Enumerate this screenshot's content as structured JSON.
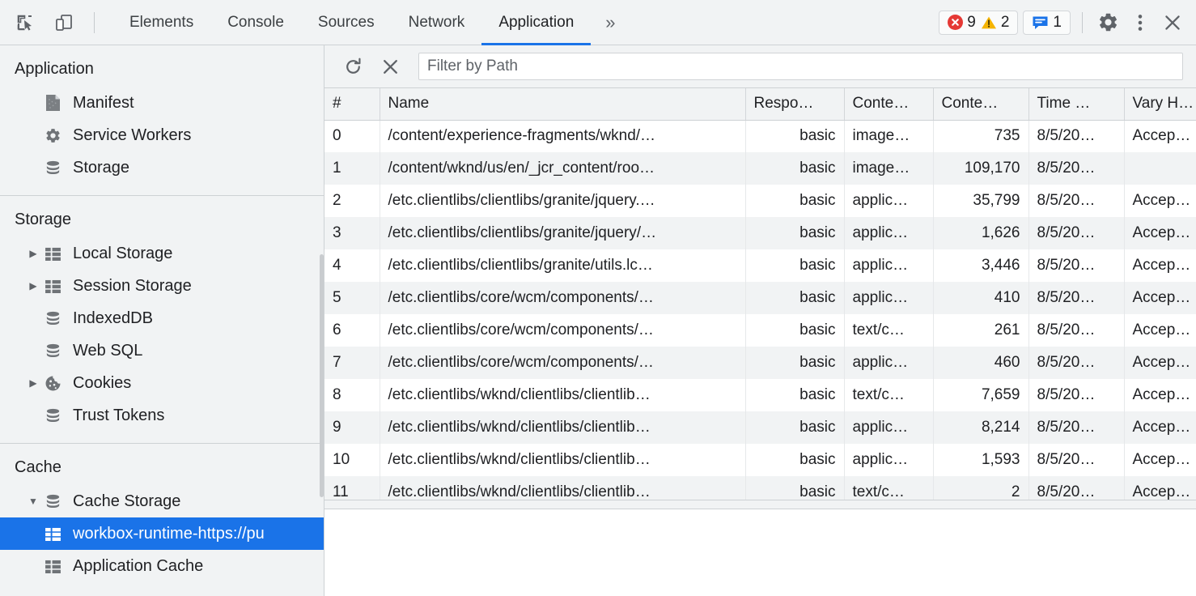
{
  "toolbar": {
    "inspect_icon": "inspect-element-icon",
    "device_icon": "device-toolbar-icon",
    "tabs": [
      {
        "label": "Elements",
        "active": false
      },
      {
        "label": "Console",
        "active": false
      },
      {
        "label": "Sources",
        "active": false
      },
      {
        "label": "Network",
        "active": false
      },
      {
        "label": "Application",
        "active": true
      }
    ],
    "more_tabs_label": "»",
    "errors_count": "9",
    "warnings_count": "2",
    "messages_count": "1",
    "settings_icon": "gear-icon",
    "menu_icon": "three-dots-vertical-icon",
    "close_icon": "close-icon",
    "accent_color": "#1a73e8",
    "error_color": "#e53935",
    "warning_color": "#f5b400",
    "message_color": "#1a73e8"
  },
  "sidebar": {
    "sections": [
      {
        "title": "Application",
        "items": [
          {
            "label": "Manifest",
            "icon": "manifest-document-icon",
            "twisty": "none",
            "indent": 1,
            "selected": false
          },
          {
            "label": "Service Workers",
            "icon": "gear-icon",
            "twisty": "none",
            "indent": 1,
            "selected": false
          },
          {
            "label": "Storage",
            "icon": "database-icon",
            "twisty": "none",
            "indent": 1,
            "selected": false
          }
        ]
      },
      {
        "title": "Storage",
        "items": [
          {
            "label": "Local Storage",
            "icon": "table-grid-icon",
            "twisty": "collapsed",
            "indent": 1,
            "selected": false
          },
          {
            "label": "Session Storage",
            "icon": "table-grid-icon",
            "twisty": "collapsed",
            "indent": 1,
            "selected": false
          },
          {
            "label": "IndexedDB",
            "icon": "database-icon",
            "twisty": "none",
            "indent": 1,
            "selected": false
          },
          {
            "label": "Web SQL",
            "icon": "database-icon",
            "twisty": "none",
            "indent": 1,
            "selected": false
          },
          {
            "label": "Cookies",
            "icon": "cookie-icon",
            "twisty": "collapsed",
            "indent": 1,
            "selected": false
          },
          {
            "label": "Trust Tokens",
            "icon": "database-icon",
            "twisty": "none",
            "indent": 1,
            "selected": false
          }
        ]
      },
      {
        "title": "Cache",
        "items": [
          {
            "label": "Cache Storage",
            "icon": "database-icon",
            "twisty": "expanded",
            "indent": 1,
            "selected": false
          },
          {
            "label": "workbox-runtime-https://pu",
            "icon": "table-grid-icon",
            "twisty": "none",
            "indent": 2,
            "selected": true
          },
          {
            "label": "Application Cache",
            "icon": "table-grid-icon",
            "twisty": "none",
            "indent": 2,
            "selected": false
          }
        ]
      }
    ]
  },
  "main": {
    "refresh_icon": "refresh-icon",
    "delete_icon": "close-icon",
    "filter_placeholder": "Filter by Path",
    "filter_value": "",
    "columns": [
      "#",
      "Name",
      "Respo…",
      "Conte…",
      "Conte…",
      "Time …",
      "Vary H…"
    ],
    "rows": [
      {
        "idx": "0",
        "name": "/content/experience-fragments/wknd/…",
        "response": "basic",
        "content_type": "image…",
        "content_length": "735",
        "time": "8/5/20…",
        "vary": "Accep…"
      },
      {
        "idx": "1",
        "name": "/content/wknd/us/en/_jcr_content/roo…",
        "response": "basic",
        "content_type": "image…",
        "content_length": "109,170",
        "time": "8/5/20…",
        "vary": ""
      },
      {
        "idx": "2",
        "name": "/etc.clientlibs/clientlibs/granite/jquery.…",
        "response": "basic",
        "content_type": "applic…",
        "content_length": "35,799",
        "time": "8/5/20…",
        "vary": "Accep…"
      },
      {
        "idx": "3",
        "name": "/etc.clientlibs/clientlibs/granite/jquery/…",
        "response": "basic",
        "content_type": "applic…",
        "content_length": "1,626",
        "time": "8/5/20…",
        "vary": "Accep…"
      },
      {
        "idx": "4",
        "name": "/etc.clientlibs/clientlibs/granite/utils.lc…",
        "response": "basic",
        "content_type": "applic…",
        "content_length": "3,446",
        "time": "8/5/20…",
        "vary": "Accep…"
      },
      {
        "idx": "5",
        "name": "/etc.clientlibs/core/wcm/components/…",
        "response": "basic",
        "content_type": "applic…",
        "content_length": "410",
        "time": "8/5/20…",
        "vary": "Accep…"
      },
      {
        "idx": "6",
        "name": "/etc.clientlibs/core/wcm/components/…",
        "response": "basic",
        "content_type": "text/c…",
        "content_length": "261",
        "time": "8/5/20…",
        "vary": "Accep…"
      },
      {
        "idx": "7",
        "name": "/etc.clientlibs/core/wcm/components/…",
        "response": "basic",
        "content_type": "applic…",
        "content_length": "460",
        "time": "8/5/20…",
        "vary": "Accep…"
      },
      {
        "idx": "8",
        "name": "/etc.clientlibs/wknd/clientlibs/clientlib…",
        "response": "basic",
        "content_type": "text/c…",
        "content_length": "7,659",
        "time": "8/5/20…",
        "vary": "Accep…"
      },
      {
        "idx": "9",
        "name": "/etc.clientlibs/wknd/clientlibs/clientlib…",
        "response": "basic",
        "content_type": "applic…",
        "content_length": "8,214",
        "time": "8/5/20…",
        "vary": "Accep…"
      },
      {
        "idx": "10",
        "name": "/etc.clientlibs/wknd/clientlibs/clientlib…",
        "response": "basic",
        "content_type": "applic…",
        "content_length": "1,593",
        "time": "8/5/20…",
        "vary": "Accep…"
      },
      {
        "idx": "11",
        "name": "/etc.clientlibs/wknd/clientlibs/clientlib…",
        "response": "basic",
        "content_type": "text/c…",
        "content_length": "2",
        "time": "8/5/20…",
        "vary": "Accep…"
      }
    ]
  }
}
